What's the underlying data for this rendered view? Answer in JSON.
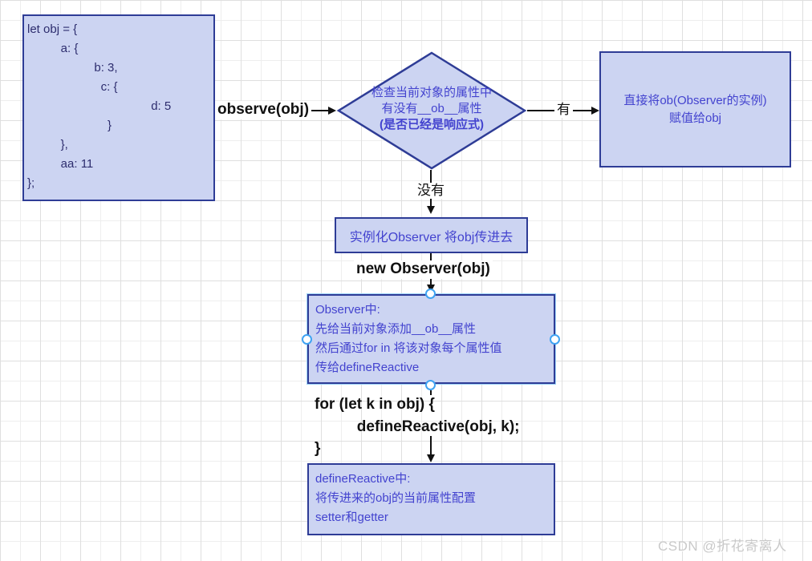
{
  "colors": {
    "node-fill": "#ccd4f2",
    "node-border": "#2e3c96",
    "text-blue": "#4343cf",
    "text-code": "#2d2d6e",
    "edge-color": "#111111",
    "handle-ring": "#3fa3f2",
    "watermark": "#c9c9c9"
  },
  "code_box": {
    "code": "let obj = {\n          a: {\n                    b: 3,\n                      c: {\n                                     d: 5\n                        }\n          },\n          aa: 11\n};"
  },
  "edges": {
    "observe_label": "observe(obj)",
    "yes_label": "有",
    "no_label": "没有",
    "new_observer_label": "new Observer(obj)",
    "for_loop_label": "for (let k in obj) {\n          defineReactive(obj, k);\n}"
  },
  "decision": {
    "line1": "检查当前对象的属性中",
    "line2": "有没有__ob__属性",
    "line3": "(是否已经是响应式)"
  },
  "assign_box": {
    "text": "直接将ob(Observer的实例)\n赋值给obj"
  },
  "instantiate_box": {
    "text": "实例化Observer 将obj传进去"
  },
  "observer_box": {
    "text": "Observer中:\n先给当前对象添加__ob__属性\n然后通过for in 将该对象每个属性值\n传给defineReactive"
  },
  "define_reactive_box": {
    "text": "defineReactive中:\n将传进来的obj的当前属性配置\nsetter和getter"
  },
  "watermark": "CSDN @折花寄离人"
}
